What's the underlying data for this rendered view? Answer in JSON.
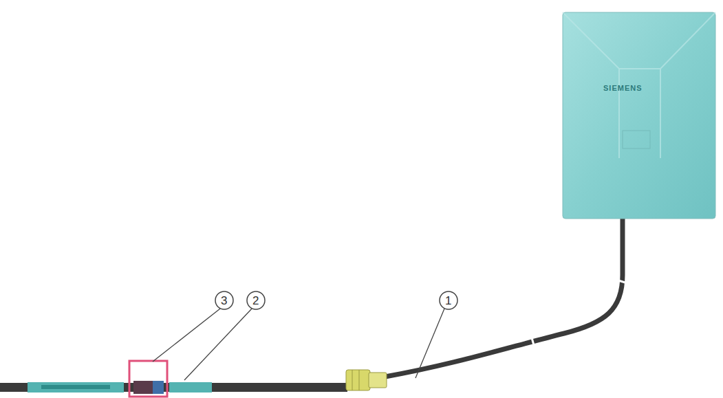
{
  "diagram": {
    "labels": [
      "SIEMENS",
      "3",
      "2",
      "1"
    ]
  }
}
